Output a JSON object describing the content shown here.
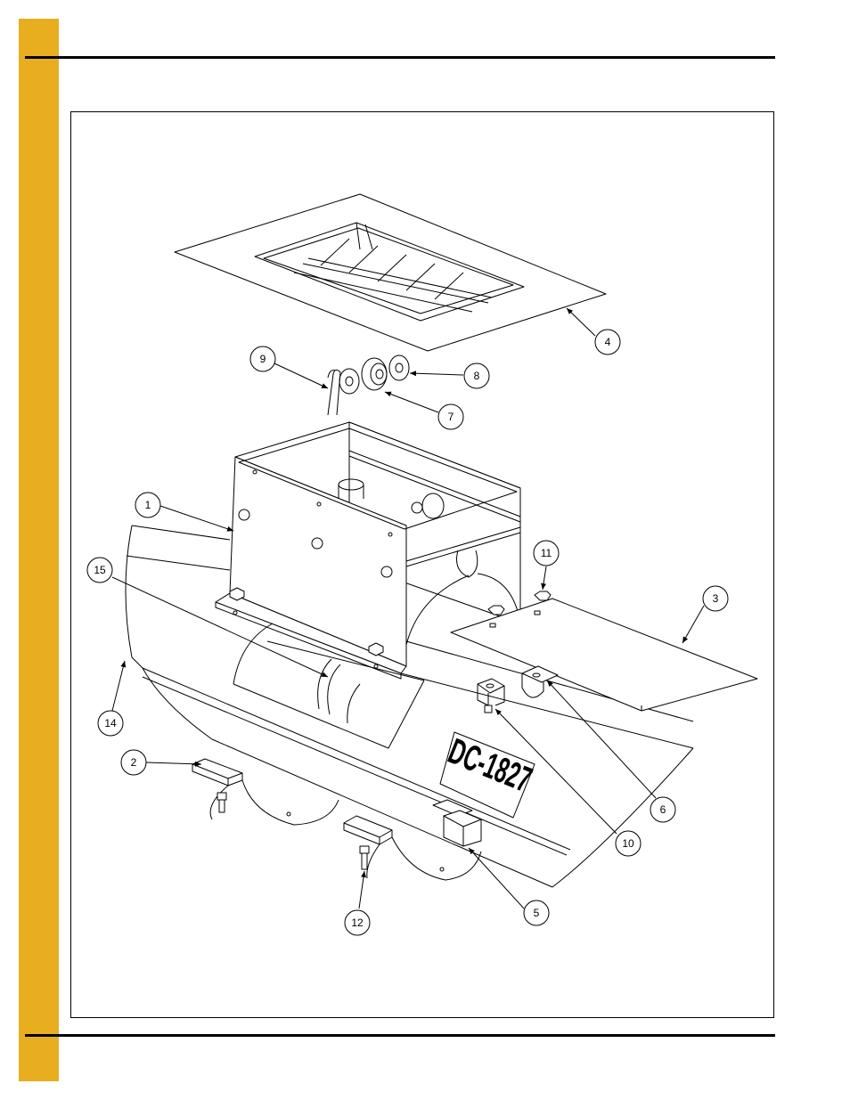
{
  "colors": {
    "side_bar": "#E8AE1F",
    "line": "#000000",
    "paper": "#FFFFFF"
  },
  "stamp_text": "DC-1827",
  "callouts": [
    {
      "id": "1",
      "label": "1"
    },
    {
      "id": "2",
      "label": "2"
    },
    {
      "id": "3",
      "label": "3"
    },
    {
      "id": "4",
      "label": "4"
    },
    {
      "id": "5",
      "label": "5"
    },
    {
      "id": "6",
      "label": "6"
    },
    {
      "id": "7",
      "label": "7"
    },
    {
      "id": "8",
      "label": "8"
    },
    {
      "id": "9",
      "label": "9"
    },
    {
      "id": "10",
      "label": "10"
    },
    {
      "id": "11",
      "label": "11"
    },
    {
      "id": "12",
      "label": "12"
    },
    {
      "id": "14",
      "label": "14"
    },
    {
      "id": "15",
      "label": "15"
    }
  ]
}
